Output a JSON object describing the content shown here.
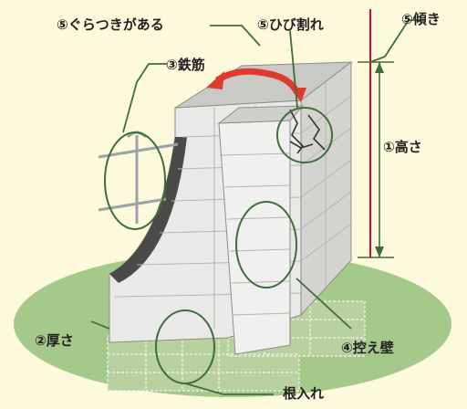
{
  "labels": {
    "wobble": "⑤ぐらつきがある",
    "crack": "⑤ひび割れ",
    "tilt": "⑤傾き",
    "rebar": "③鉄筋",
    "height": "①高さ",
    "thickness": "②厚さ",
    "buttress": "④控え壁",
    "embedment": "根入れ"
  },
  "colors": {
    "background": "#fdf9dc",
    "ground": "#a5c98a",
    "callout_line": "#3f6e3a",
    "arrow": "#e03a2e",
    "tilt_line": "#d0102a",
    "block": "#e9e9e7"
  }
}
